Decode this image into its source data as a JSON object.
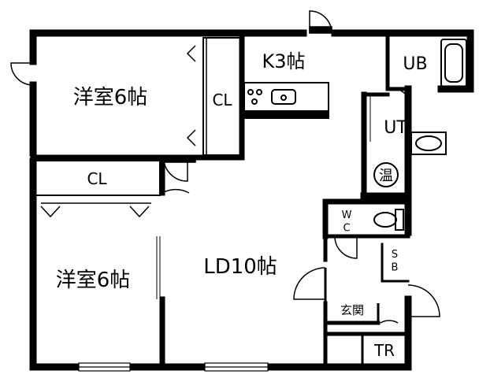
{
  "rooms": {
    "western_room_upper": "洋室6帖",
    "western_room_lower": "洋室6帖",
    "kitchen": "K3帖",
    "living_dining": "LD10帖",
    "unit_bath": "UB",
    "utility": "UT",
    "closet_upper": "CL",
    "closet_lower": "CL",
    "water_heater": "温",
    "toilet": "W\nC",
    "shoe_box": "S\nB",
    "entrance": "玄関",
    "trunk_room": "TR"
  },
  "colors": {
    "wall": "#000000",
    "background": "#ffffff"
  }
}
